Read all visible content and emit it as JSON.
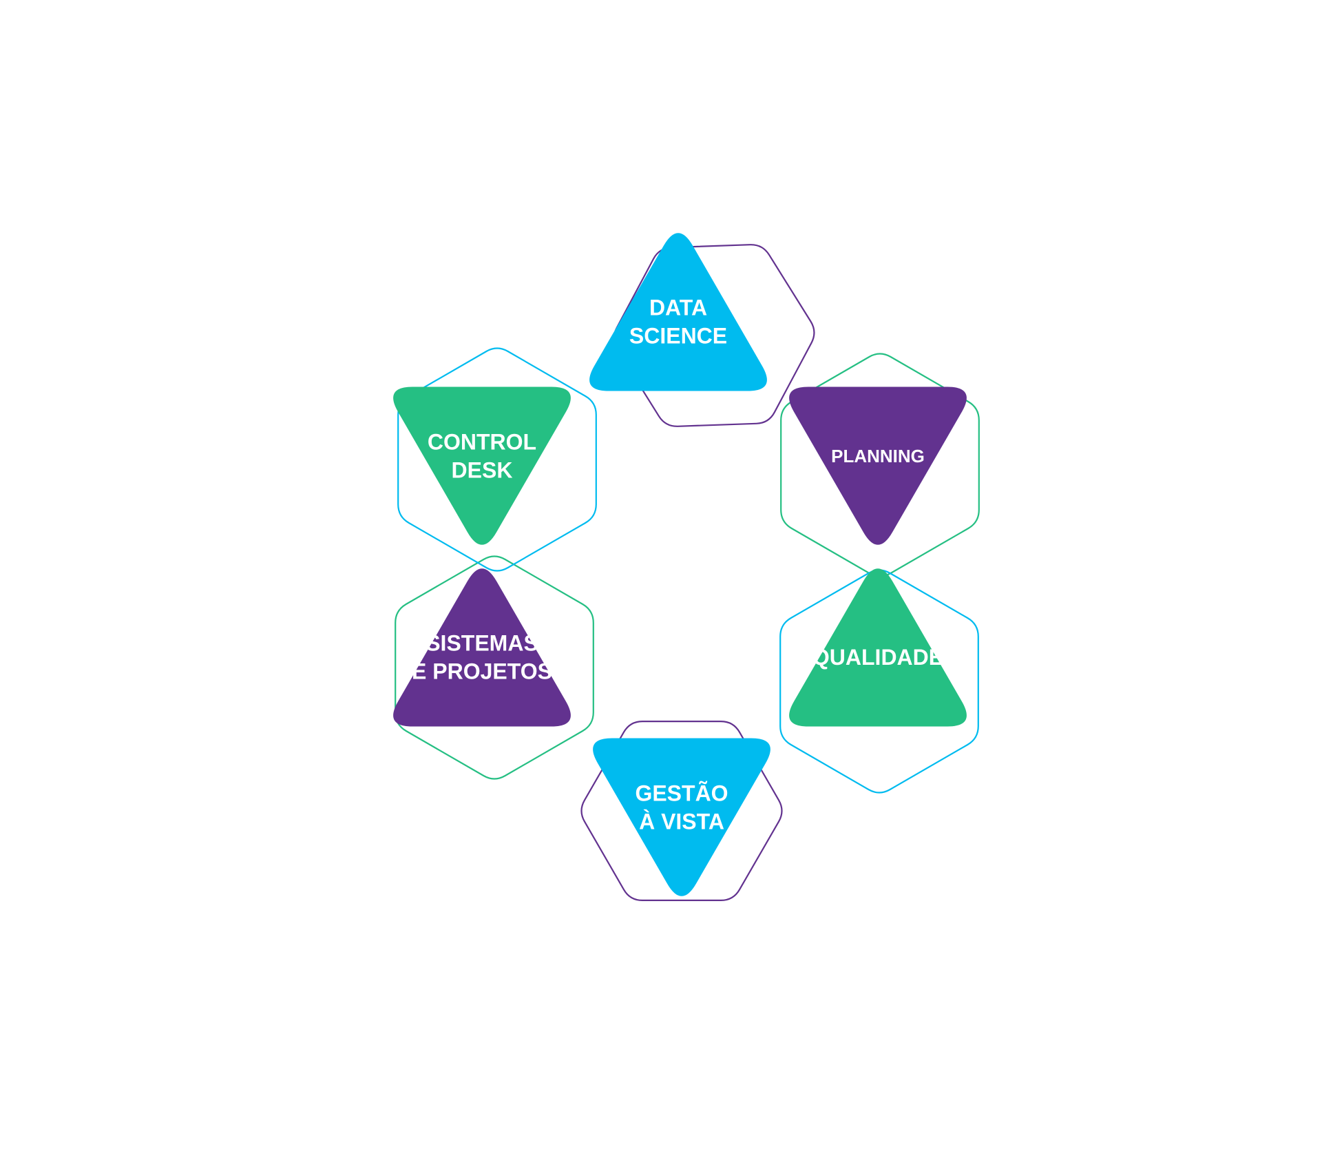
{
  "colors": {
    "blue": "#00BBEF",
    "green": "#25BF83",
    "purple": "#62328F",
    "background": "#FFFFFF"
  },
  "nodes": [
    {
      "id": "data-science",
      "lines": [
        "DATA",
        "SCIENCE"
      ],
      "fill": "#00BBEF",
      "outline": "#62328F",
      "orientation": "up"
    },
    {
      "id": "planning",
      "lines": [
        "PLANNING"
      ],
      "fill": "#62328F",
      "outline": "#25BF83",
      "orientation": "down"
    },
    {
      "id": "qualidade",
      "lines": [
        "QUALIDADE"
      ],
      "fill": "#25BF83",
      "outline": "#00BBEF",
      "orientation": "up"
    },
    {
      "id": "gestao-a-vista",
      "lines": [
        "GESTÃO",
        "À VISTA"
      ],
      "fill": "#00BBEF",
      "outline": "#62328F",
      "orientation": "down"
    },
    {
      "id": "sistemas-e-projetos",
      "lines": [
        "SISTEMAS",
        "E PROJETOS"
      ],
      "fill": "#62328F",
      "outline": "#25BF83",
      "orientation": "up"
    },
    {
      "id": "control-desk",
      "lines": [
        "CONTROL",
        "DESK"
      ],
      "fill": "#25BF83",
      "outline": "#00BBEF",
      "orientation": "down"
    }
  ]
}
